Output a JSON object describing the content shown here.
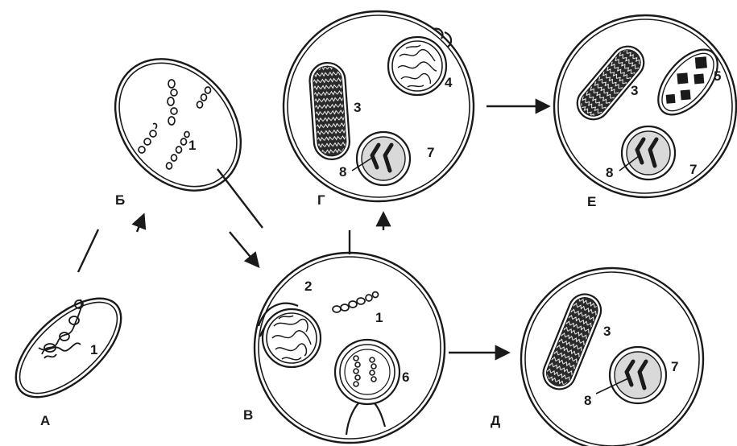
{
  "colors": {
    "ink": "#1a1a1a",
    "background": "#ffffff",
    "mito_dark": "#2a2a2a",
    "nucleus_fill": "#d9d9d9"
  },
  "stage_labels": {
    "a": "А",
    "b": "Б",
    "v": "В",
    "g": "Г",
    "d": "Д",
    "e": "Е"
  },
  "structure_labels": {
    "a_dna": "1",
    "b_dna": "1",
    "v_mito_engulfed": "2",
    "v_dna": "1",
    "v_nucleus_forming": "6",
    "g_mito": "3",
    "g_plastid_engulfed": "4",
    "g_nucleus_label": "8",
    "g_cell_label": "7",
    "d_mito": "3",
    "d_cell_label": "7",
    "d_nucleus_label": "8",
    "e_mito": "3",
    "e_chloroplast": "5",
    "e_nucleus_label": "8",
    "e_cell_label": "7"
  }
}
